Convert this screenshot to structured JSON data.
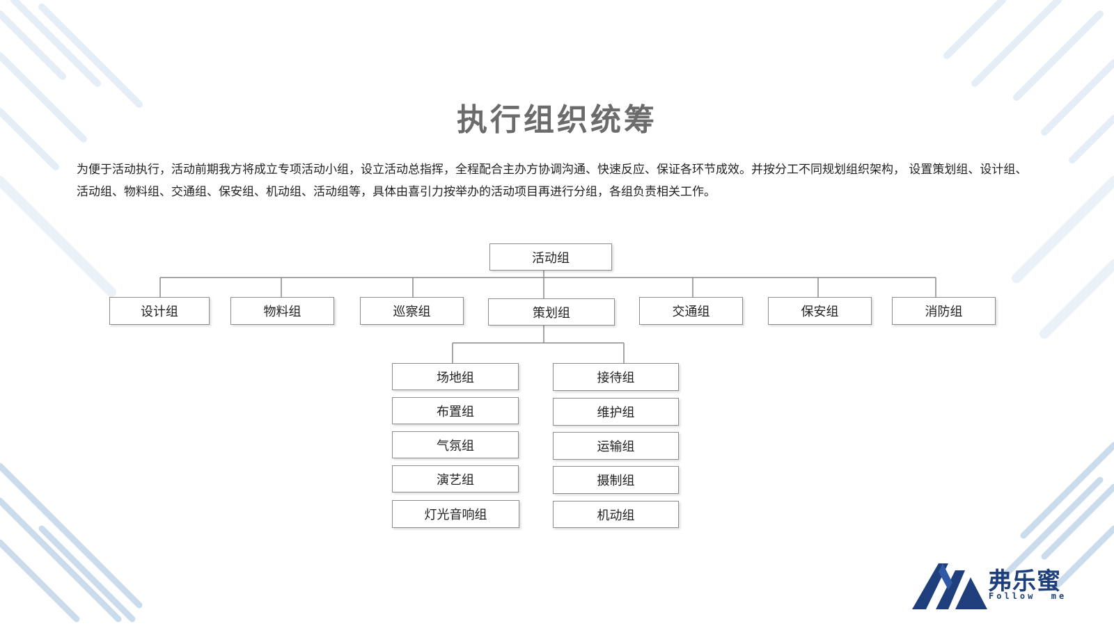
{
  "title": "执行组织统筹",
  "description": "为便于活动执行，活动前期我方将成立专项活动小组，设立活动总指挥，全程配合主办方协调沟通、快速反应、保证各环节成效。并按分工不同规划组织架构， 设置策划组、设计组、活动组、物料组、交通组、保安组、机动组、活动组等，具体由喜引力按举办的活动项目再进行分组，各组负责相关工作。",
  "org_chart": {
    "root": "活动组",
    "level1": [
      "设计组",
      "物料组",
      "巡察组",
      "策划组",
      "交通组",
      "保安组",
      "消防组"
    ],
    "planning_left": [
      "场地组",
      "布置组",
      "气氛组",
      "演艺组",
      "灯光音响组"
    ],
    "planning_right": [
      "接待组",
      "维护组",
      "运输组",
      "摄制组",
      "机动组"
    ]
  },
  "logo": {
    "name": "弗乐蜜",
    "tagline": "Follow  me",
    "color": "#1e3f7c"
  }
}
